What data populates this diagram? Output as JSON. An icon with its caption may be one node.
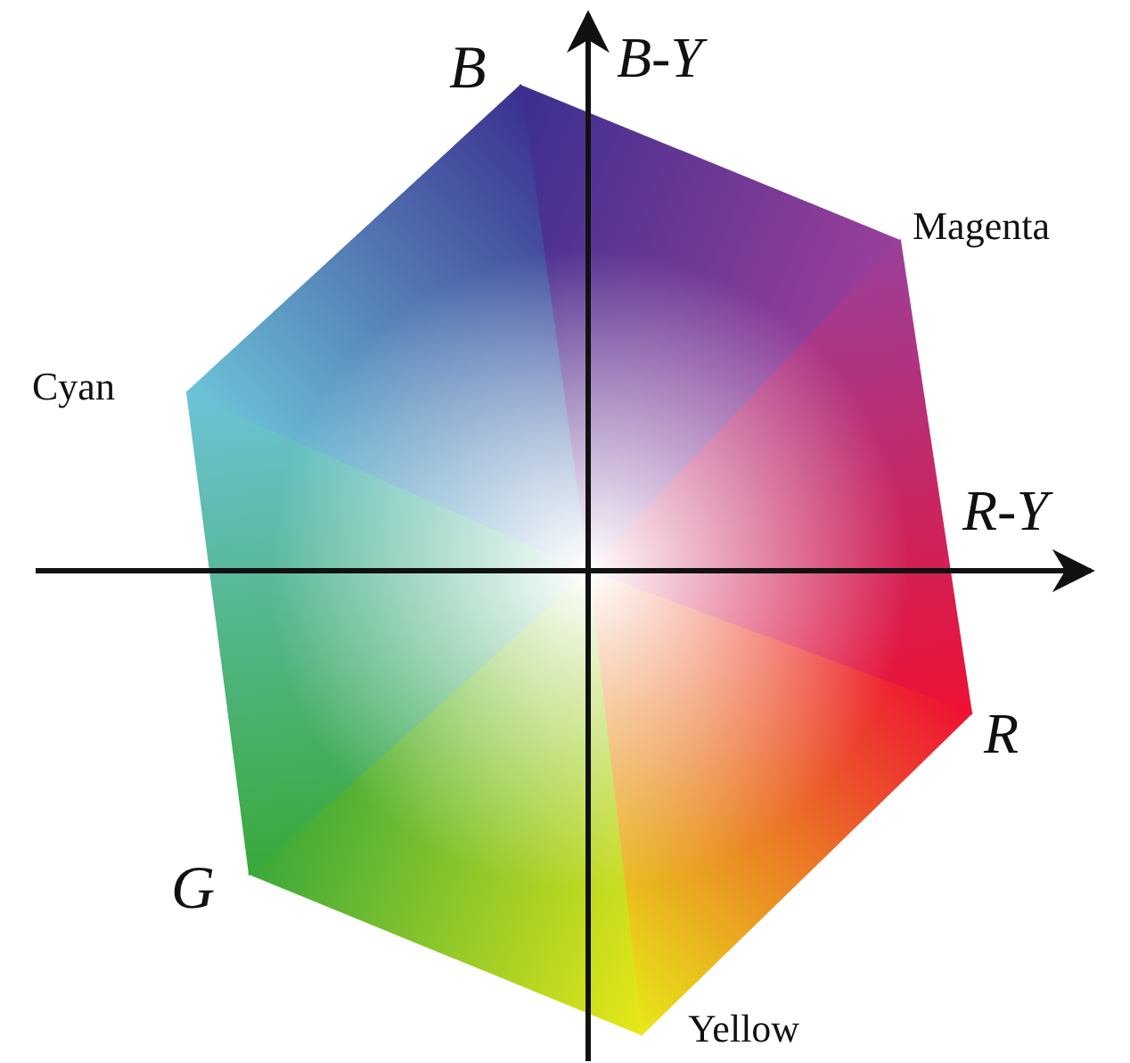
{
  "diagram": {
    "labels": [
      "B",
      "B-Y",
      "Magenta",
      "Cyan",
      "R-Y",
      "R",
      "G",
      "Yellow"
    ]
  }
}
